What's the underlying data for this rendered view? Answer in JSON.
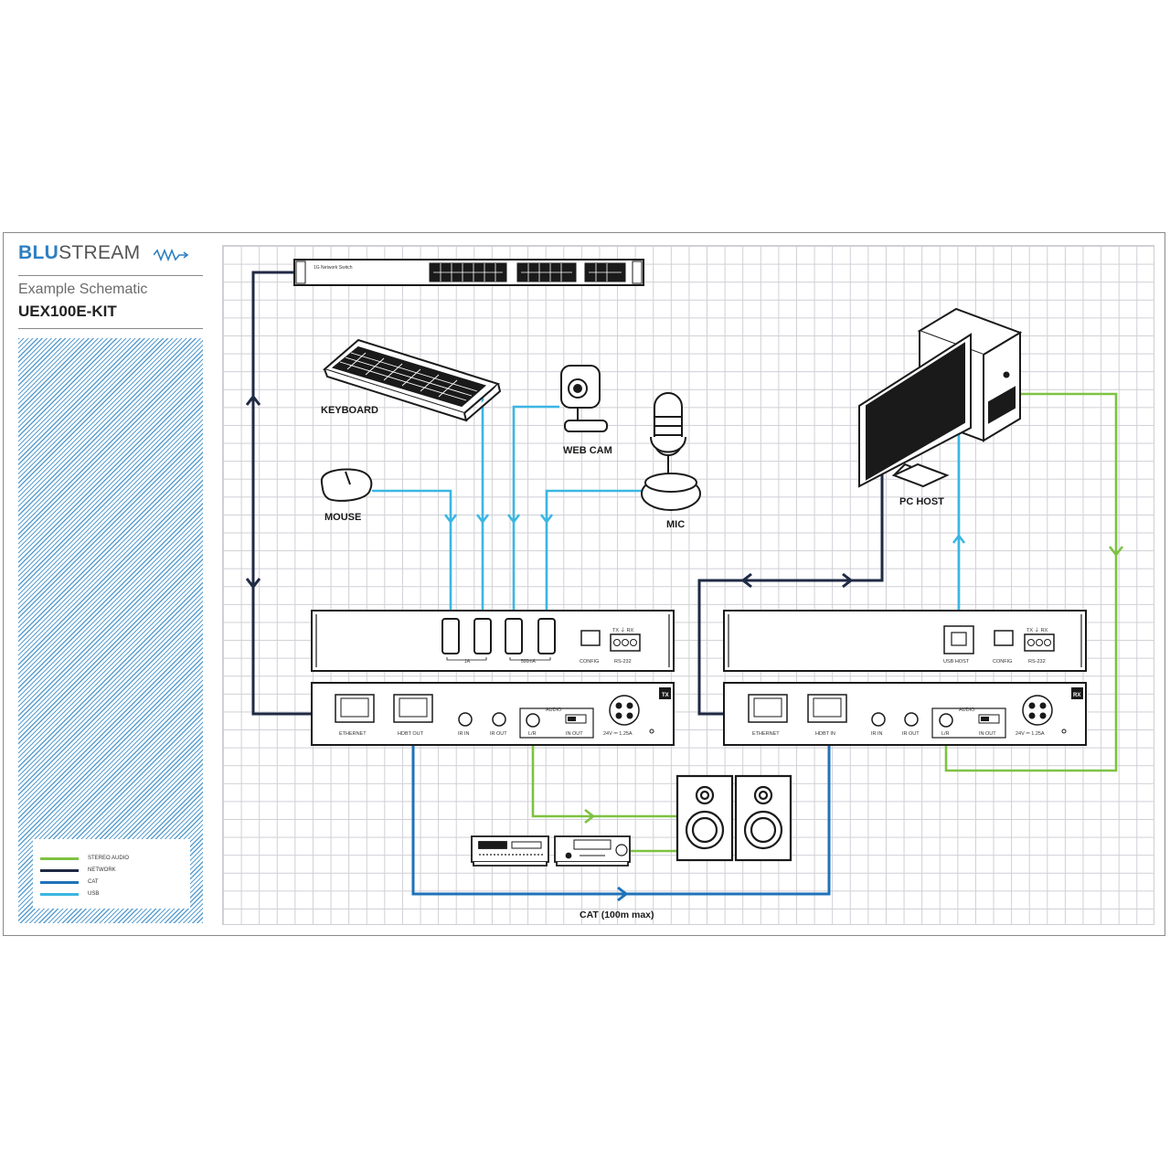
{
  "header": {
    "brand_bold": "BLU",
    "brand_rest": "STREAM",
    "subtitle": "Example Schematic",
    "model": "UEX100E-KIT"
  },
  "legend": [
    {
      "label": "STEREO AUDIO",
      "color": "#7dc242"
    },
    {
      "label": "NETWORK",
      "color": "#1f2a44"
    },
    {
      "label": "CAT",
      "color": "#1f72b8"
    },
    {
      "label": "USB",
      "color": "#3bb6e3"
    }
  ],
  "colors": {
    "stereo_audio": "#7dc242",
    "network": "#1f2a44",
    "cat": "#1f72b8",
    "usb": "#3bb6e3",
    "device_stroke": "#1a1a1a"
  },
  "devices": {
    "switch": "1G Network Switch",
    "keyboard": "KEYBOARD",
    "mouse": "MOUSE",
    "webcam": "WEB CAM",
    "mic": "MIC",
    "pc_host": "PC HOST"
  },
  "tx": {
    "badge": "TX",
    "usb_group_1": "1A",
    "usb_group_2": "500mA",
    "config": "CONFIG",
    "rs232": "RS-232",
    "txrx": "TX ⏚ RX",
    "ethernet": "ETHERNET",
    "hdbt": "HDBT OUT",
    "ir_in": "IR IN",
    "ir_out": "IR OUT",
    "audio": "AUDIO",
    "lr": "L/R",
    "in_out": "IN  OUT",
    "power": "24V ⎓ 1.25A"
  },
  "rx": {
    "badge": "RX",
    "usb_host": "USB HOST",
    "config": "CONFIG",
    "rs232": "RS-232",
    "txrx": "TX ⏚ RX",
    "ethernet": "ETHERNET",
    "hdbt": "HDBT IN",
    "ir_in": "IR IN",
    "ir_out": "IR OUT",
    "audio": "AUDIO",
    "lr": "L/R",
    "in_out": "IN  OUT",
    "power": "24V ⎓ 1.25A"
  },
  "cat_label": "CAT (100m max)"
}
